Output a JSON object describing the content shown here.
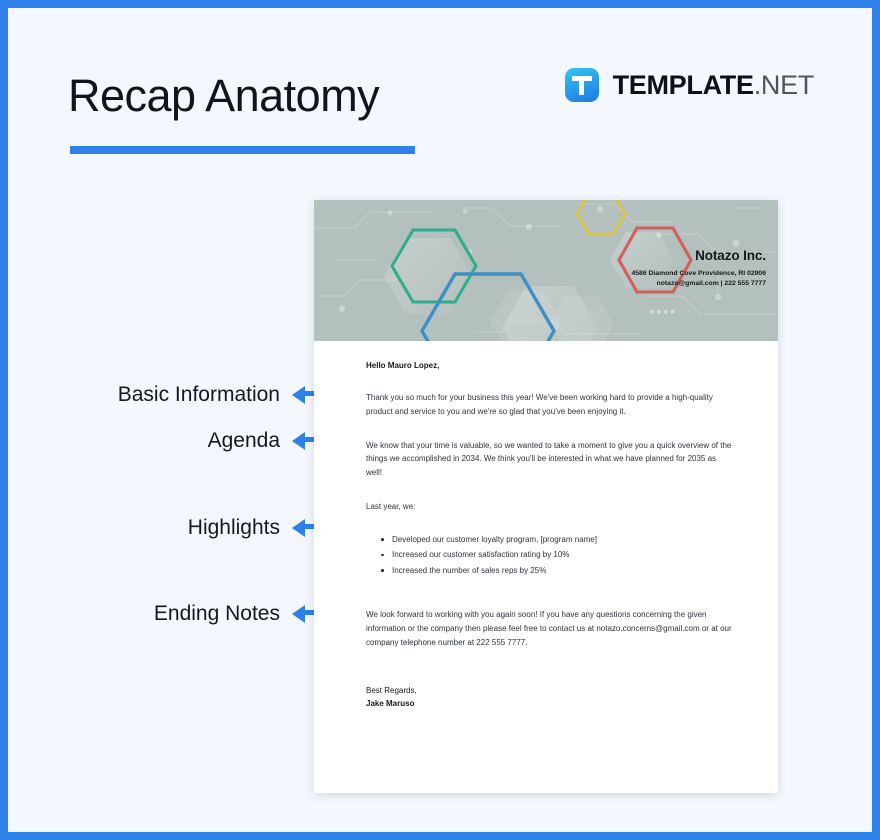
{
  "theme": {
    "accent": "#2e81e8",
    "page_background": "#f4f7fd",
    "doc_header_background": "#b4c0bd",
    "hex_green": "#2fae8e",
    "hex_yellow": "#d9c63c",
    "hex_red": "#d0605f",
    "hex_blue": "#3e8fc4"
  },
  "header": {
    "title": "Recap Anatomy",
    "brand": {
      "mark_letter": "T",
      "name": "TEMPLATE",
      "tld": ".NET"
    }
  },
  "annotations": [
    {
      "label": "Basic Information"
    },
    {
      "label": "Agenda"
    },
    {
      "label": "Highlights"
    },
    {
      "label": "Ending Notes"
    }
  ],
  "document": {
    "company": {
      "name": "Notazo Inc.",
      "address": "4586 Diamond Cove Providence, RI 02906",
      "contact": "notazo@gmail.com | 222 555 7777"
    },
    "letter": {
      "greeting": "Hello Mauro Lopez,",
      "paragraph_1": "Thank you so much for your business this year! We've been working hard to provide a high-quality product and service to you and we're so glad that you've been enjoying it.",
      "paragraph_2": "We know that your time is valuable, so we wanted to take a moment to give you a quick overview of the things we accomplished in 2034. We think you'll be interested in what we have planned for 2035 as well!",
      "bullets_lead_in": "Last year, we:",
      "bullets": [
        "Developed our customer loyalty program, [program name]",
        "Increased our customer satisfaction rating by 10%",
        "Increased the number of sales reps by 25%"
      ],
      "closing_paragraph": "We look forward to working with you again soon! If you have any questions concerning the given information or the company then please feel free to contact us at notazo.concerns@gmail.com or at our company telephone number at 222 555 7777.",
      "sign_off": "Best Regards,",
      "sender_name": "Jake Maruso"
    }
  }
}
